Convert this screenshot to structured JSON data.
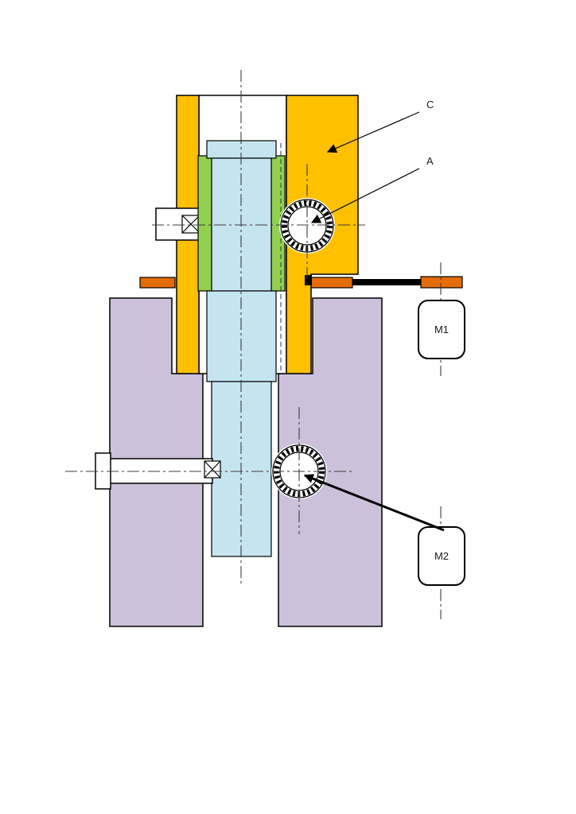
{
  "diagram": {
    "labels": {
      "part_c": "C",
      "part_a": "A",
      "motor1": "M1",
      "motor2": "M2"
    },
    "colors": {
      "housing_orange": "#FFC000",
      "sleeve_green": "#92D050",
      "shaft_blue": "#C5E4F0",
      "block_lavender": "#CCC0DA",
      "clamp_orange": "#E36C09",
      "line_black": "#000000"
    }
  }
}
